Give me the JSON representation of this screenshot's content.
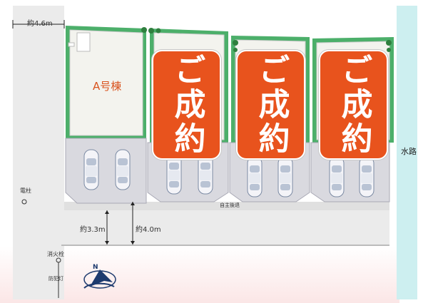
{
  "map": {
    "road_width_top": "約4.6m",
    "building_a_label": "A号棟",
    "sold_badge_text": "ご成約",
    "waterway_label": "水路",
    "utility_pole_label": "電柱",
    "private_road_label": "自主後退",
    "road_width_33": "約3.3m",
    "road_width_40": "約4.0m",
    "fire_hydrant_label": "消火栓",
    "security_light_label": "防犯灯",
    "compass_label": "N"
  },
  "colors": {
    "badge": "#e8531d",
    "waterway": "#cdeff0",
    "green_border": "#4caf6a",
    "lot_fill": "#f3f3ee",
    "parking": "#d9d9df",
    "road": "#ebebeb"
  }
}
